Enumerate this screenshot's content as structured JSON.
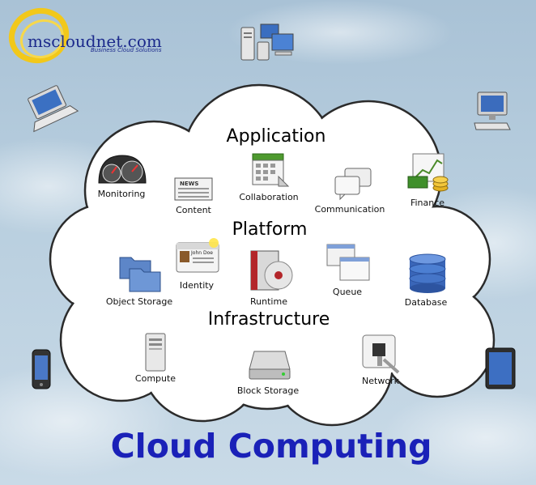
{
  "logo": {
    "name": "mscloudnet.com",
    "tagline": "Business Cloud Solutions"
  },
  "title": "Cloud Computing",
  "layers": {
    "application": {
      "heading": "Application",
      "items": [
        "Monitoring",
        "Content",
        "Collaboration",
        "Communication",
        "Finance"
      ]
    },
    "platform": {
      "heading": "Platform",
      "items": [
        "Object Storage",
        "Identity",
        "Runtime",
        "Queue",
        "Database"
      ]
    },
    "infrastructure": {
      "heading": "Infrastructure",
      "items": [
        "Compute",
        "Block Storage",
        "Network"
      ]
    }
  },
  "content_icon_text": "NEWS",
  "identity_card_text": "John Doe",
  "devices": [
    "desktop-computers-icon",
    "laptop-icon",
    "monitor-icon",
    "smartphone-icon",
    "tablet-icon"
  ],
  "colors": {
    "title": "#1a21b8",
    "logo": "#1c2a8c",
    "logo_ring": "#f2c81a",
    "sky": "#b9cfdf"
  }
}
